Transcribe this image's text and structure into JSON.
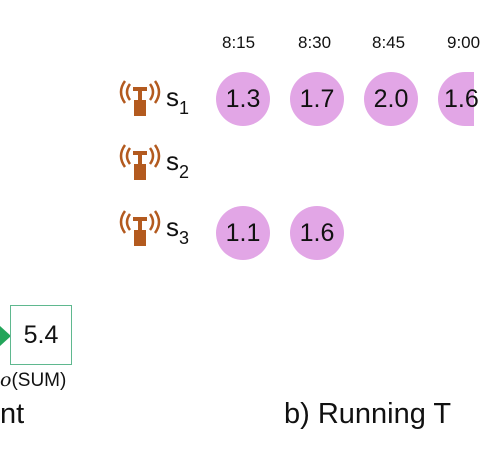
{
  "times": [
    "8:15",
    "8:30",
    "8:45",
    "9:00"
  ],
  "sensors": [
    {
      "name": "s",
      "index": "1",
      "readings": [
        "1.3",
        "1.7",
        "2.0",
        "1.6"
      ]
    },
    {
      "name": "s",
      "index": "2",
      "readings": []
    },
    {
      "name": "s",
      "index": "3",
      "readings": [
        "1.1",
        "1.6"
      ]
    }
  ],
  "aggregate": {
    "value": "5.4",
    "symbol": "o",
    "label": "(SUM)"
  },
  "captions": {
    "left": "nt",
    "right": "b) Running T"
  },
  "colors": {
    "reading_fill": "#e2a6e6",
    "antenna": "#b35a1f",
    "box_border": "#5fb88f",
    "arrow": "#23a55a"
  }
}
